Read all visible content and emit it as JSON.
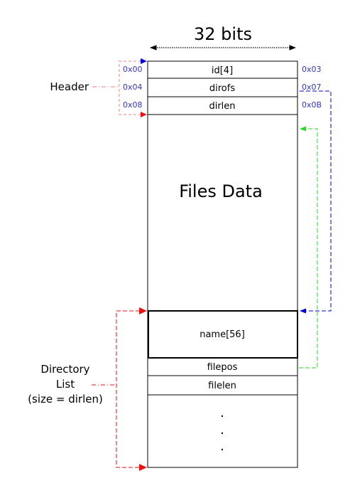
{
  "width_label": "32 bits",
  "header_label": "Header",
  "directory_label": {
    "line1": "Directory",
    "line2": "List",
    "line3": "(size = dirlen)"
  },
  "header_fields": [
    {
      "name": "id[4]",
      "start": "0x00",
      "end": "0x03"
    },
    {
      "name": "dirofs",
      "start": "0x04",
      "end": "0x07"
    },
    {
      "name": "dirlen",
      "start": "0x08",
      "end": "0x0B"
    }
  ],
  "files_data_label": "Files Data",
  "directory_entry_fields": [
    "name[56]",
    "filepos",
    "filelen"
  ],
  "continuation": "...",
  "colors": {
    "address": "#3333cc",
    "header_bracket": "#f08080",
    "dirofs_pointer": "#0000dd",
    "filepos_pointer": "#22dd22",
    "dirlen_pointer": "#ee1111",
    "directory_bracket": "#ee1111",
    "width_arrow": "#000000"
  }
}
